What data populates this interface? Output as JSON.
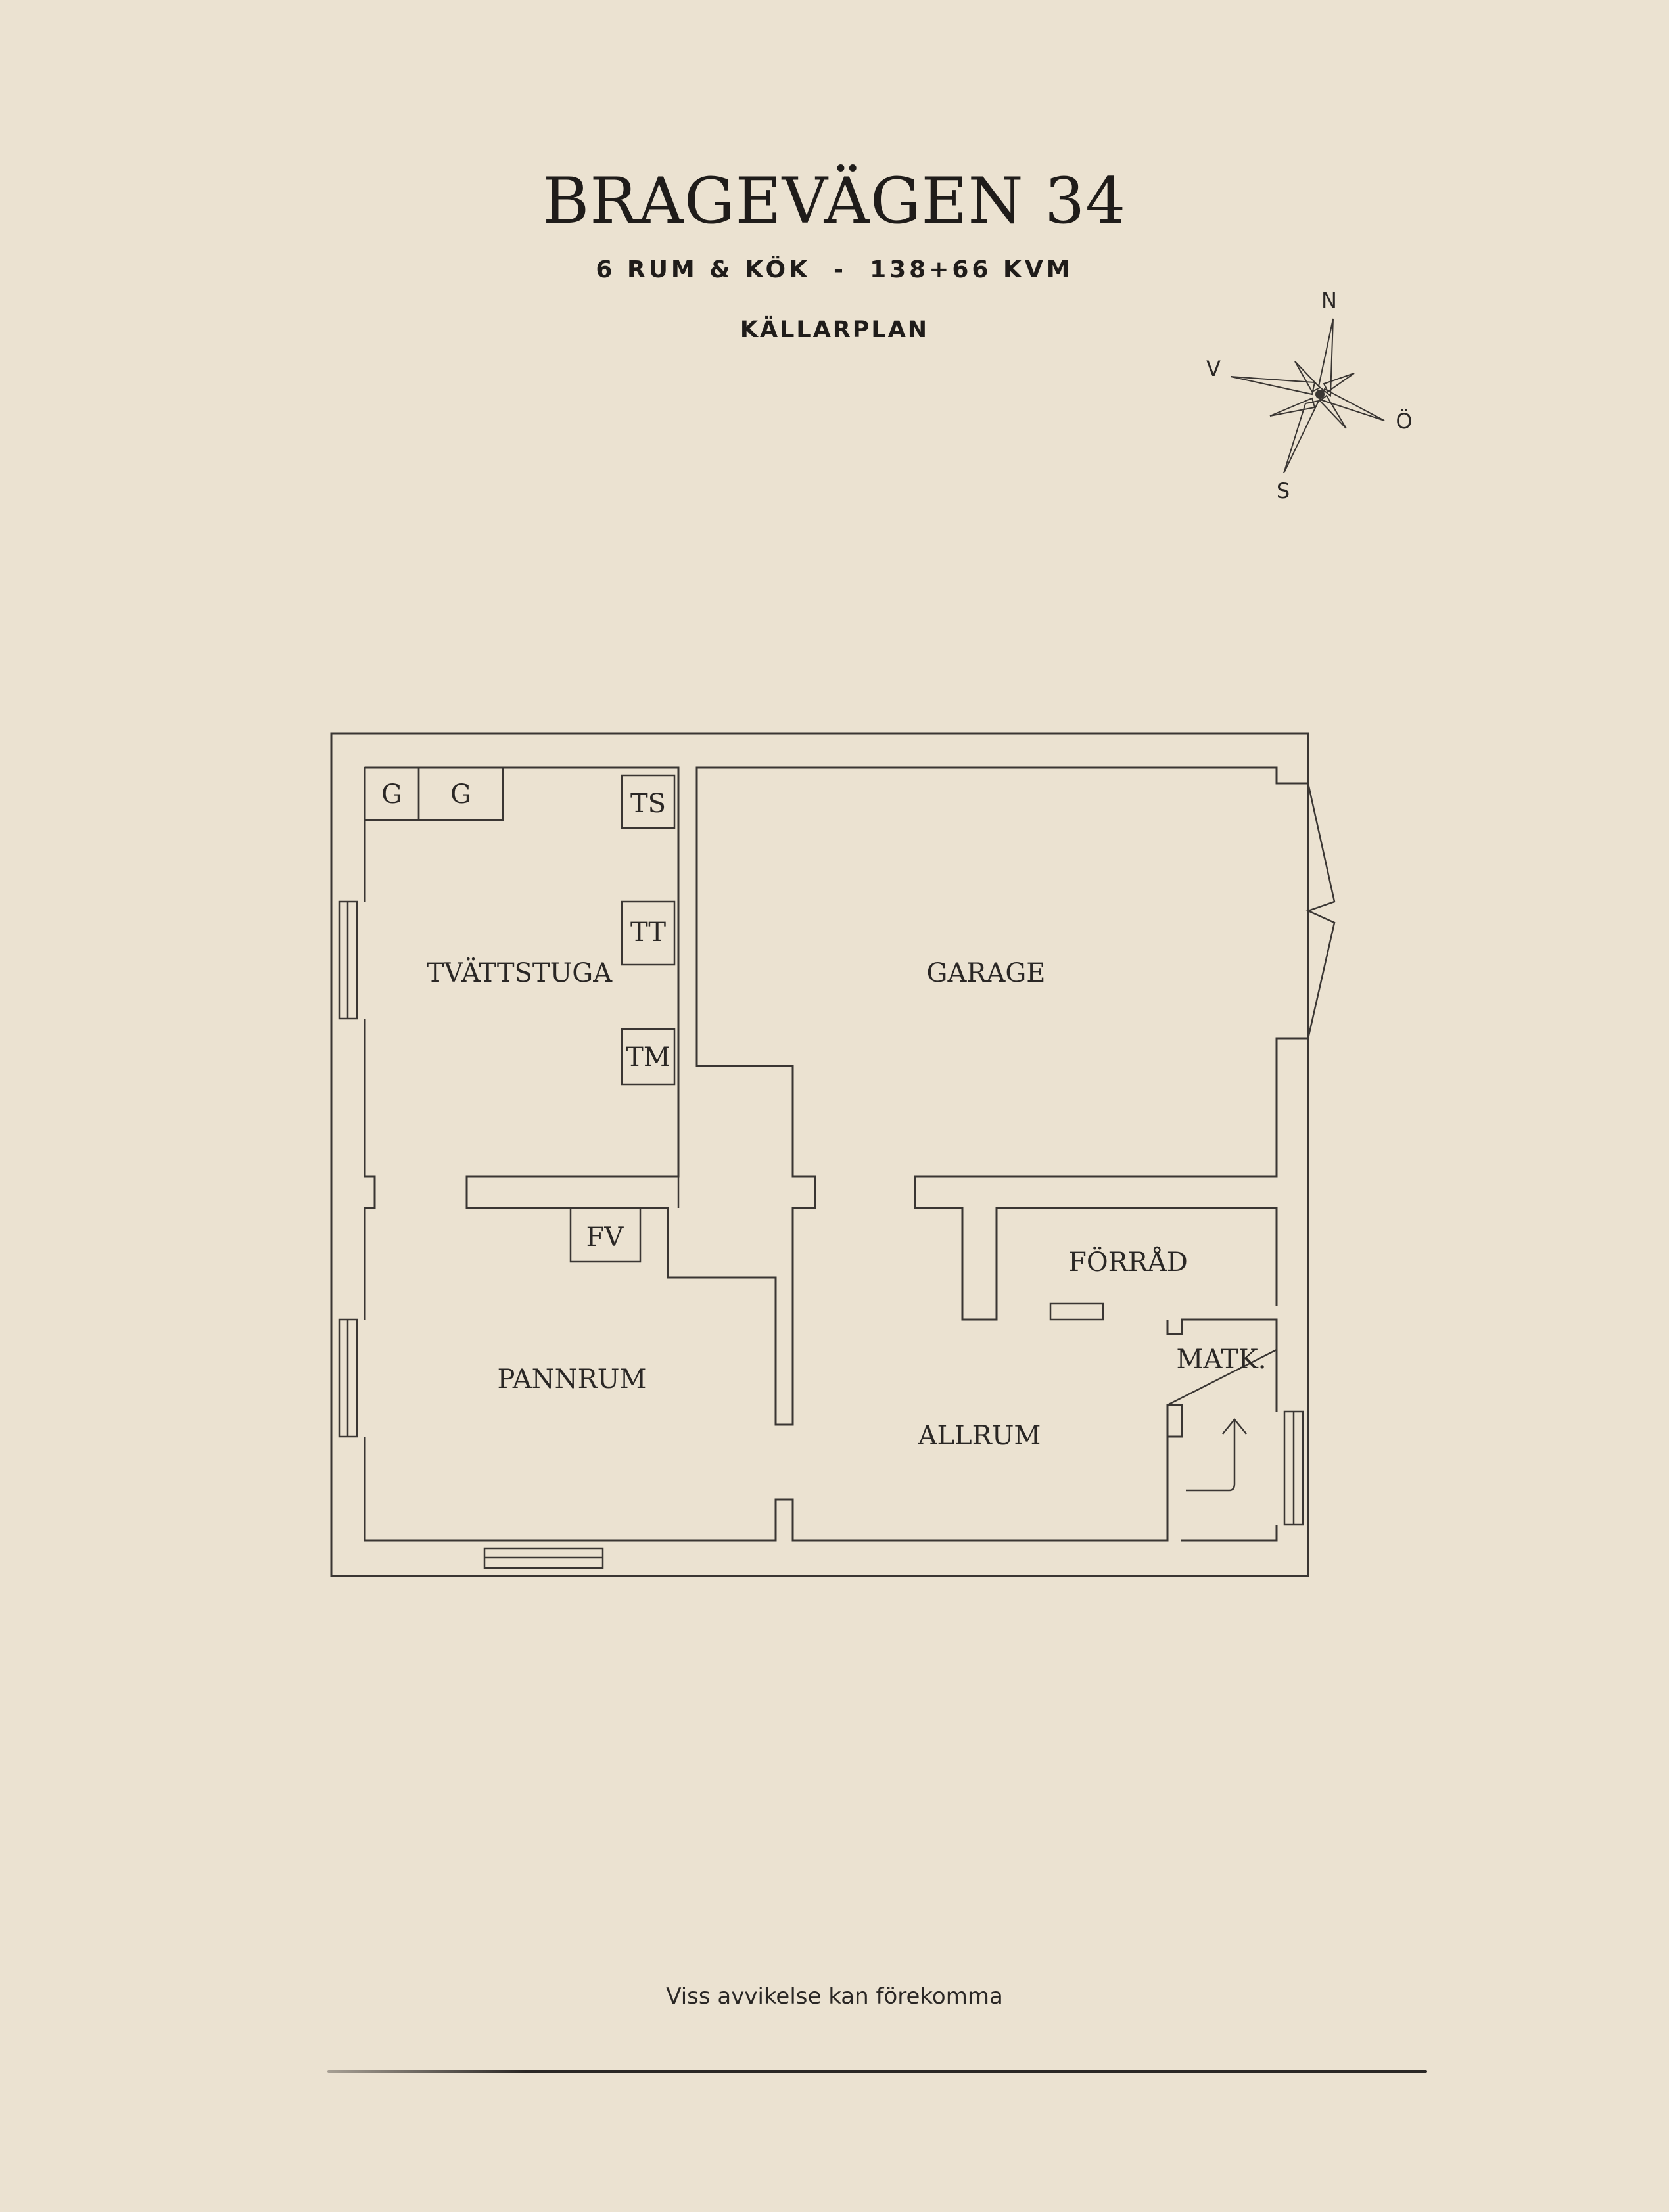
{
  "header": {
    "title": "BRAGEVÄGEN 34",
    "subtitle": "6 RUM & KÖK  -  138+66 KVM",
    "level": "KÄLLARPLAN"
  },
  "compass": {
    "north": "N",
    "south": "S",
    "east": "Ö",
    "west": "V"
  },
  "rooms": {
    "tvattstuga": "TVÄTTSTUGA",
    "garage": "GARAGE",
    "pannrum": "PANNRUM",
    "allrum": "ALLRUM",
    "forrad": "FÖRRÅD",
    "matk": "MATK."
  },
  "fixtures": {
    "g1": "G",
    "g2": "G",
    "ts": "TS",
    "tt": "TT",
    "tm": "TM",
    "fv": "FV"
  },
  "footer": {
    "note": "Viss avvikelse kan förekomma"
  },
  "colors": {
    "background": "#ebe2d1",
    "ink": "#2a2725"
  }
}
